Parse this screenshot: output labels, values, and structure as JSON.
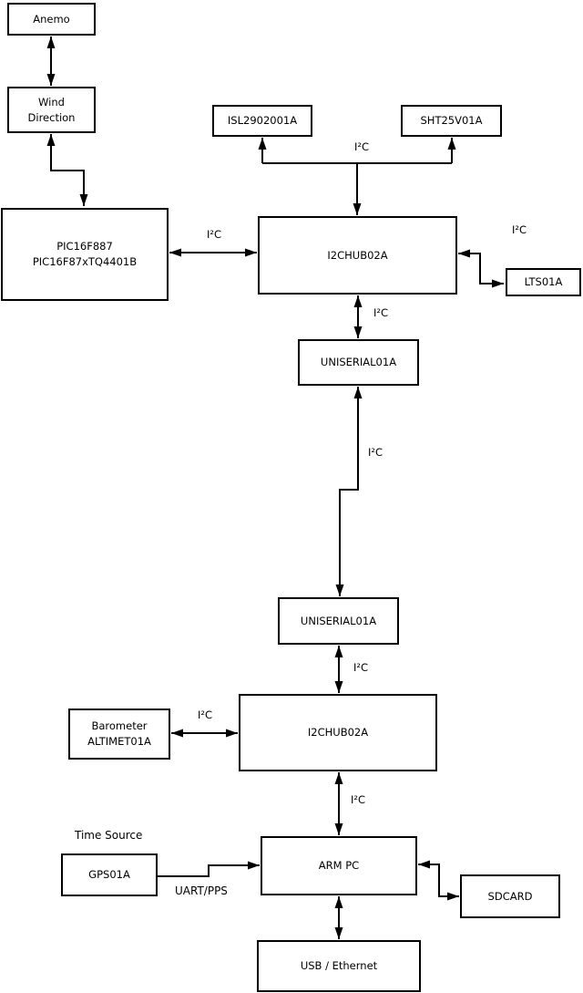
{
  "diagram": {
    "nodes": {
      "anemo": {
        "lines": [
          "Anemo"
        ]
      },
      "wind_direction": {
        "lines": [
          "Wind",
          "Direction"
        ]
      },
      "pic": {
        "lines": [
          "PIC16F887",
          "PIC16F87xTQ4401B"
        ]
      },
      "isl": {
        "lines": [
          "ISL2902001A"
        ]
      },
      "sht": {
        "lines": [
          "SHT25V01A"
        ]
      },
      "hub1": {
        "lines": [
          "I2CHUB02A"
        ]
      },
      "lts": {
        "lines": [
          "LTS01A"
        ]
      },
      "uniserial1": {
        "lines": [
          "UNISERIAL01A"
        ]
      },
      "uniserial2": {
        "lines": [
          "UNISERIAL01A"
        ]
      },
      "barometer": {
        "lines": [
          "Barometer",
          "ALTIMET01A"
        ]
      },
      "hub2": {
        "lines": [
          "I2CHUB02A"
        ]
      },
      "gps": {
        "lines": [
          "GPS01A"
        ]
      },
      "arm_pc": {
        "lines": [
          "ARM PC"
        ]
      },
      "sdcard": {
        "lines": [
          "SDCARD"
        ]
      },
      "usb_ethernet": {
        "lines": [
          "USB / Ethernet"
        ]
      }
    },
    "edge_labels": {
      "i2c": "I²C",
      "uart_pps": "UART/PPS",
      "time_source": "Time Source"
    },
    "colors": {
      "line": "#000000",
      "box_border": "#000000",
      "background": "#ffffff",
      "text": "#000000"
    }
  }
}
